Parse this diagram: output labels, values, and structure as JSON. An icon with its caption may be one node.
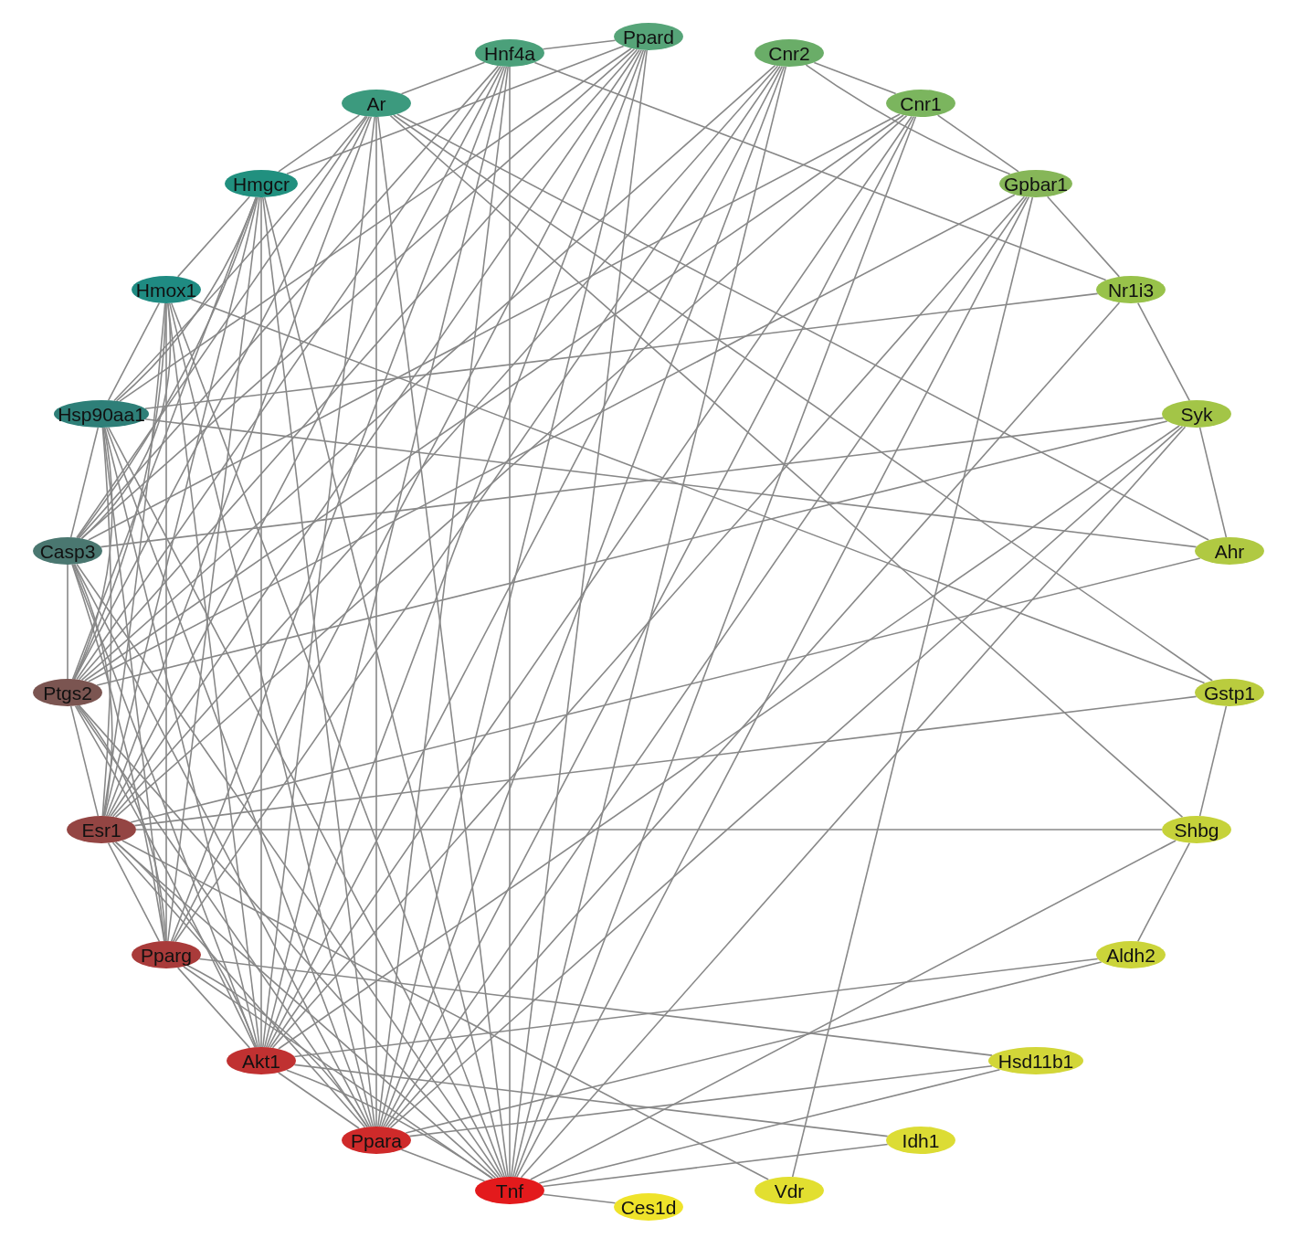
{
  "diagram": {
    "nodes": [
      {
        "text": [
          "Tnf"
        ]
      },
      {
        "text": [
          "Ppara"
        ]
      },
      {
        "text": [
          "Akt1"
        ]
      },
      {
        "text": [
          "Pparg"
        ]
      },
      {
        "text": [
          "Esr1"
        ]
      },
      {
        "text": [
          "Ptgs2"
        ]
      },
      {
        "text": [
          "Casp3"
        ]
      },
      {
        "text": [
          "Hsp90aa1"
        ]
      },
      {
        "text": [
          "Hmox1"
        ]
      },
      {
        "text": [
          "Hmgcr"
        ]
      },
      {
        "text": [
          "Ar"
        ]
      },
      {
        "text": [
          "Hnf4a"
        ]
      },
      {
        "text": [
          "Ppard"
        ]
      },
      {
        "text": [
          "Cnr2"
        ]
      },
      {
        "text": [
          "Cnr1"
        ]
      },
      {
        "text": [
          "Gpbar1"
        ]
      },
      {
        "text": [
          "Nr1i3"
        ]
      },
      {
        "text": [
          "Syk"
        ]
      },
      {
        "text": [
          "Ahr"
        ]
      },
      {
        "text": [
          "Gstp1"
        ]
      },
      {
        "text": [
          "Shbg"
        ]
      },
      {
        "text": [
          "Aldh2"
        ]
      },
      {
        "text": [
          "Hsd11b1"
        ]
      },
      {
        "text": [
          "Idh1"
        ]
      },
      {
        "text": [
          "Vdr"
        ]
      },
      {
        "text": [
          "Ces1d"
        ]
      }
    ],
    "edges": [
      {
        "from": 0,
        "to": 1,
        "arrow": "none"
      },
      {
        "from": 0,
        "to": 2,
        "arrow": "none"
      },
      {
        "from": 0,
        "to": 3,
        "arrow": "none"
      },
      {
        "from": 0,
        "to": 4,
        "arrow": "none"
      },
      {
        "from": 0,
        "to": 5,
        "arrow": "none"
      },
      {
        "from": 0,
        "to": 6,
        "arrow": "none"
      },
      {
        "from": 0,
        "to": 7,
        "arrow": "none"
      },
      {
        "from": 0,
        "to": 8,
        "arrow": "none"
      },
      {
        "from": 0,
        "to": 9,
        "arrow": "none"
      },
      {
        "from": 0,
        "to": 10,
        "arrow": "none"
      },
      {
        "from": 0,
        "to": 11,
        "arrow": "none"
      },
      {
        "from": 0,
        "to": 12,
        "arrow": "none"
      },
      {
        "from": 0,
        "to": 13,
        "arrow": "none"
      },
      {
        "from": 0,
        "to": 14,
        "arrow": "none"
      },
      {
        "from": 0,
        "to": 15,
        "arrow": "none"
      },
      {
        "from": 0,
        "to": 17,
        "arrow": "none"
      },
      {
        "from": 0,
        "to": 20,
        "arrow": "none"
      },
      {
        "from": 0,
        "to": 22,
        "arrow": "none"
      },
      {
        "from": 0,
        "to": 23,
        "arrow": "none"
      },
      {
        "from": 0,
        "to": 25,
        "arrow": "none"
      },
      {
        "from": 1,
        "to": 2,
        "arrow": "none"
      },
      {
        "from": 1,
        "to": 3,
        "arrow": "none"
      },
      {
        "from": 1,
        "to": 4,
        "arrow": "none"
      },
      {
        "from": 1,
        "to": 5,
        "arrow": "none"
      },
      {
        "from": 1,
        "to": 6,
        "arrow": "none"
      },
      {
        "from": 1,
        "to": 7,
        "arrow": "none"
      },
      {
        "from": 1,
        "to": 8,
        "arrow": "none"
      },
      {
        "from": 1,
        "to": 9,
        "arrow": "none"
      },
      {
        "from": 1,
        "to": 10,
        "arrow": "none"
      },
      {
        "from": 1,
        "to": 11,
        "arrow": "none"
      },
      {
        "from": 1,
        "to": 12,
        "arrow": "none"
      },
      {
        "from": 1,
        "to": 13,
        "arrow": "none"
      },
      {
        "from": 1,
        "to": 14,
        "arrow": "none"
      },
      {
        "from": 1,
        "to": 15,
        "arrow": "none"
      },
      {
        "from": 1,
        "to": 16,
        "arrow": "none"
      },
      {
        "from": 1,
        "to": 17,
        "arrow": "none"
      },
      {
        "from": 1,
        "to": 21,
        "arrow": "none"
      },
      {
        "from": 1,
        "to": 22,
        "arrow": "none"
      },
      {
        "from": 2,
        "to": 3,
        "arrow": "none"
      },
      {
        "from": 2,
        "to": 4,
        "arrow": "none"
      },
      {
        "from": 2,
        "to": 5,
        "arrow": "none"
      },
      {
        "from": 2,
        "to": 6,
        "arrow": "none"
      },
      {
        "from": 2,
        "to": 7,
        "arrow": "none"
      },
      {
        "from": 2,
        "to": 8,
        "arrow": "none"
      },
      {
        "from": 2,
        "to": 9,
        "arrow": "none"
      },
      {
        "from": 2,
        "to": 10,
        "arrow": "none"
      },
      {
        "from": 2,
        "to": 11,
        "arrow": "none"
      },
      {
        "from": 2,
        "to": 12,
        "arrow": "none"
      },
      {
        "from": 2,
        "to": 13,
        "arrow": "none"
      },
      {
        "from": 2,
        "to": 14,
        "arrow": "none"
      },
      {
        "from": 2,
        "to": 15,
        "arrow": "none"
      },
      {
        "from": 2,
        "to": 17,
        "arrow": "none"
      },
      {
        "from": 2,
        "to": 21,
        "arrow": "none"
      },
      {
        "from": 2,
        "to": 23,
        "arrow": "none"
      },
      {
        "from": 3,
        "to": 4,
        "arrow": "none"
      },
      {
        "from": 3,
        "to": 5,
        "arrow": "none"
      },
      {
        "from": 3,
        "to": 6,
        "arrow": "none"
      },
      {
        "from": 3,
        "to": 7,
        "arrow": "none"
      },
      {
        "from": 3,
        "to": 8,
        "arrow": "none"
      },
      {
        "from": 3,
        "to": 9,
        "arrow": "none"
      },
      {
        "from": 3,
        "to": 11,
        "arrow": "none"
      },
      {
        "from": 3,
        "to": 12,
        "arrow": "none"
      },
      {
        "from": 3,
        "to": 13,
        "arrow": "none"
      },
      {
        "from": 3,
        "to": 22,
        "arrow": "none"
      },
      {
        "from": 4,
        "to": 5,
        "arrow": "none"
      },
      {
        "from": 4,
        "to": 6,
        "arrow": "none"
      },
      {
        "from": 4,
        "to": 7,
        "arrow": "none"
      },
      {
        "from": 4,
        "to": 8,
        "arrow": "none"
      },
      {
        "from": 4,
        "to": 9,
        "arrow": "none"
      },
      {
        "from": 4,
        "to": 10,
        "arrow": "none"
      },
      {
        "from": 4,
        "to": 11,
        "arrow": "none"
      },
      {
        "from": 4,
        "to": 12,
        "arrow": "none"
      },
      {
        "from": 4,
        "to": 13,
        "arrow": "none"
      },
      {
        "from": 4,
        "to": 14,
        "arrow": "none"
      },
      {
        "from": 4,
        "to": 18,
        "arrow": "none"
      },
      {
        "from": 4,
        "to": 19,
        "arrow": "none"
      },
      {
        "from": 4,
        "to": 20,
        "arrow": "none"
      },
      {
        "from": 4,
        "to": 24,
        "arrow": "none"
      },
      {
        "from": 5,
        "to": 6,
        "arrow": "none"
      },
      {
        "from": 5,
        "to": 7,
        "arrow": "none"
      },
      {
        "from": 5,
        "to": 8,
        "arrow": "none"
      },
      {
        "from": 5,
        "to": 9,
        "arrow": "none"
      },
      {
        "from": 5,
        "to": 10,
        "arrow": "none"
      },
      {
        "from": 5,
        "to": 11,
        "arrow": "none"
      },
      {
        "from": 5,
        "to": 12,
        "arrow": "none"
      },
      {
        "from": 5,
        "to": 13,
        "arrow": "none"
      },
      {
        "from": 5,
        "to": 14,
        "arrow": "none"
      },
      {
        "from": 5,
        "to": 15,
        "arrow": "none"
      },
      {
        "from": 5,
        "to": 17,
        "arrow": "none"
      },
      {
        "from": 6,
        "to": 7,
        "arrow": "none"
      },
      {
        "from": 6,
        "to": 8,
        "arrow": "none"
      },
      {
        "from": 6,
        "to": 9,
        "arrow": "none"
      },
      {
        "from": 6,
        "to": 10,
        "arrow": "none"
      },
      {
        "from": 6,
        "to": 11,
        "arrow": "none"
      },
      {
        "from": 6,
        "to": 12,
        "arrow": "none"
      },
      {
        "from": 6,
        "to": 14,
        "arrow": "none"
      },
      {
        "from": 6,
        "to": 17,
        "arrow": "none"
      },
      {
        "from": 7,
        "to": 8,
        "arrow": "none"
      },
      {
        "from": 7,
        "to": 9,
        "arrow": "none"
      },
      {
        "from": 7,
        "to": 10,
        "arrow": "none"
      },
      {
        "from": 7,
        "to": 12,
        "arrow": "none"
      },
      {
        "from": 7,
        "to": 16,
        "arrow": "none"
      },
      {
        "from": 7,
        "to": 18,
        "arrow": "none"
      },
      {
        "from": 8,
        "to": 9,
        "arrow": "none"
      },
      {
        "from": 8,
        "to": 19,
        "arrow": "none"
      },
      {
        "from": 9,
        "to": 10,
        "arrow": "none"
      },
      {
        "from": 9,
        "to": 12,
        "arrow": "none"
      },
      {
        "from": 10,
        "to": 11,
        "arrow": "none"
      },
      {
        "from": 10,
        "to": 18,
        "arrow": "none"
      },
      {
        "from": 10,
        "to": 19,
        "arrow": "none"
      },
      {
        "from": 10,
        "to": 20,
        "arrow": "none"
      },
      {
        "from": 11,
        "to": 12,
        "arrow": "none"
      },
      {
        "from": 11,
        "to": 16,
        "arrow": "none"
      },
      {
        "from": 13,
        "to": 14,
        "arrow": "none"
      },
      {
        "from": 13,
        "to": 15,
        "arrow": "none"
      },
      {
        "from": 14,
        "to": 15,
        "arrow": "none"
      },
      {
        "from": 15,
        "to": 16,
        "arrow": "none"
      },
      {
        "from": 15,
        "to": 24,
        "arrow": "none"
      },
      {
        "from": 16,
        "to": 17,
        "arrow": "none"
      },
      {
        "from": 17,
        "to": 18,
        "arrow": "none"
      },
      {
        "from": 19,
        "to": 20,
        "arrow": "none"
      },
      {
        "from": 20,
        "to": 21,
        "arrow": "none"
      }
    ]
  }
}
